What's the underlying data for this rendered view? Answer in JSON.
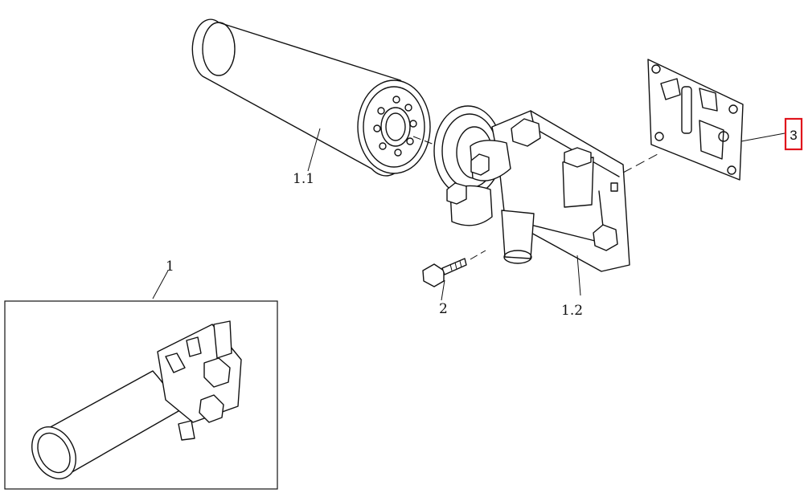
{
  "callouts": {
    "filter_element": "1.1",
    "filter_assembly": "1",
    "bolt": "2",
    "filter_head": "1.2",
    "gasket": "3"
  },
  "highlight_color": "#e0141c"
}
